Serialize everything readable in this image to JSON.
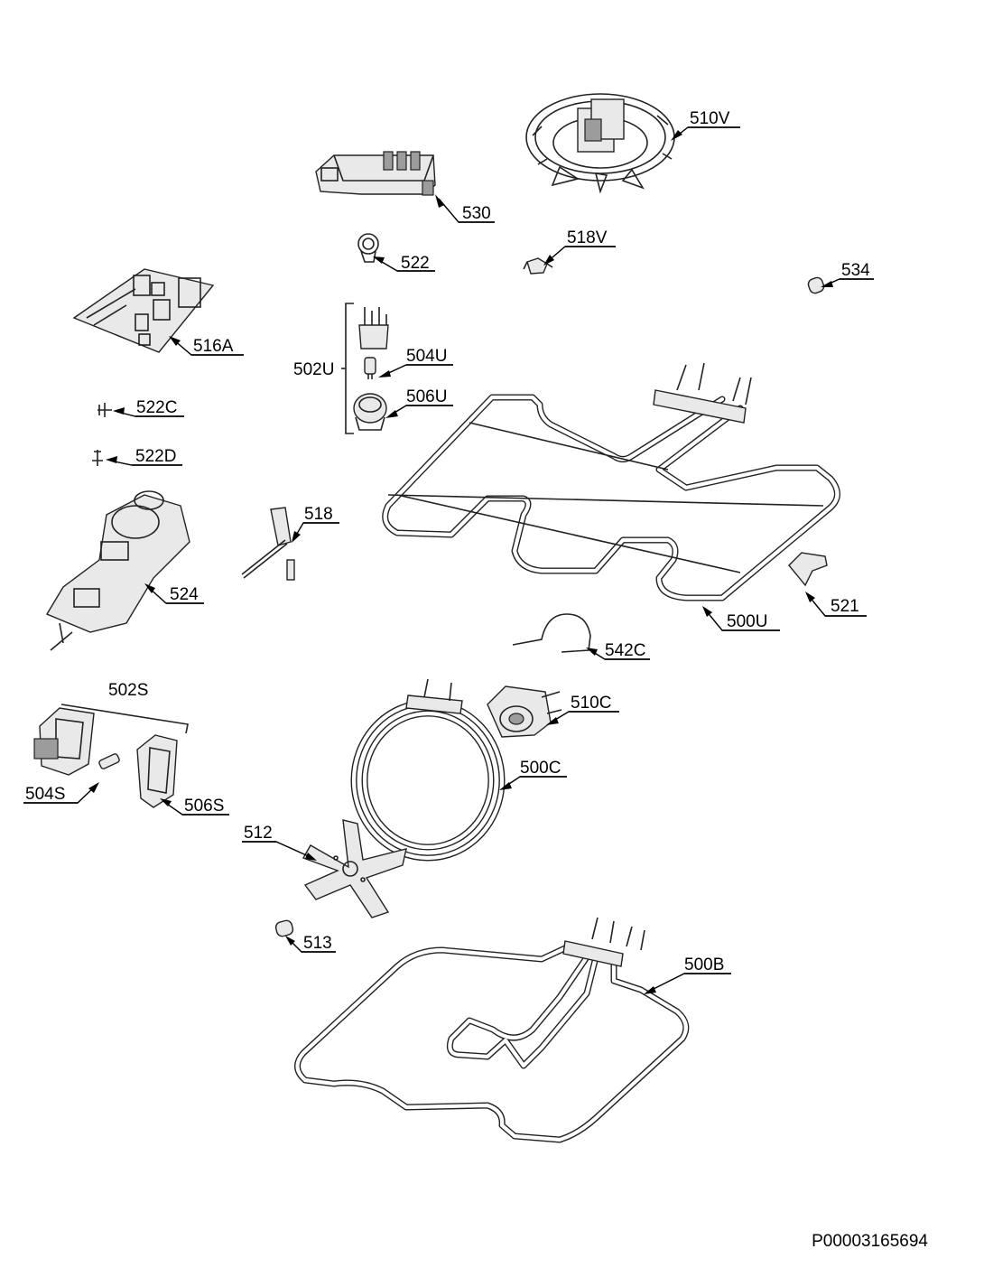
{
  "diagram": {
    "document_id": "P00003165694",
    "callouts": [
      {
        "id": "510V",
        "label": "510V"
      },
      {
        "id": "530",
        "label": "530"
      },
      {
        "id": "522",
        "label": "522"
      },
      {
        "id": "518V",
        "label": "518V"
      },
      {
        "id": "534",
        "label": "534"
      },
      {
        "id": "516A",
        "label": "516A"
      },
      {
        "id": "502U",
        "label": "502U"
      },
      {
        "id": "504U",
        "label": "504U"
      },
      {
        "id": "506U",
        "label": "506U"
      },
      {
        "id": "522C",
        "label": "522C"
      },
      {
        "id": "522D",
        "label": "522D"
      },
      {
        "id": "518",
        "label": "518"
      },
      {
        "id": "524",
        "label": "524"
      },
      {
        "id": "521",
        "label": "521"
      },
      {
        "id": "500U",
        "label": "500U"
      },
      {
        "id": "542C",
        "label": "542C"
      },
      {
        "id": "502S",
        "label": "502S"
      },
      {
        "id": "510C",
        "label": "510C"
      },
      {
        "id": "500C",
        "label": "500C"
      },
      {
        "id": "504S",
        "label": "504S"
      },
      {
        "id": "506S",
        "label": "506S"
      },
      {
        "id": "512",
        "label": "512"
      },
      {
        "id": "513",
        "label": "513"
      },
      {
        "id": "500B",
        "label": "500B"
      }
    ]
  }
}
